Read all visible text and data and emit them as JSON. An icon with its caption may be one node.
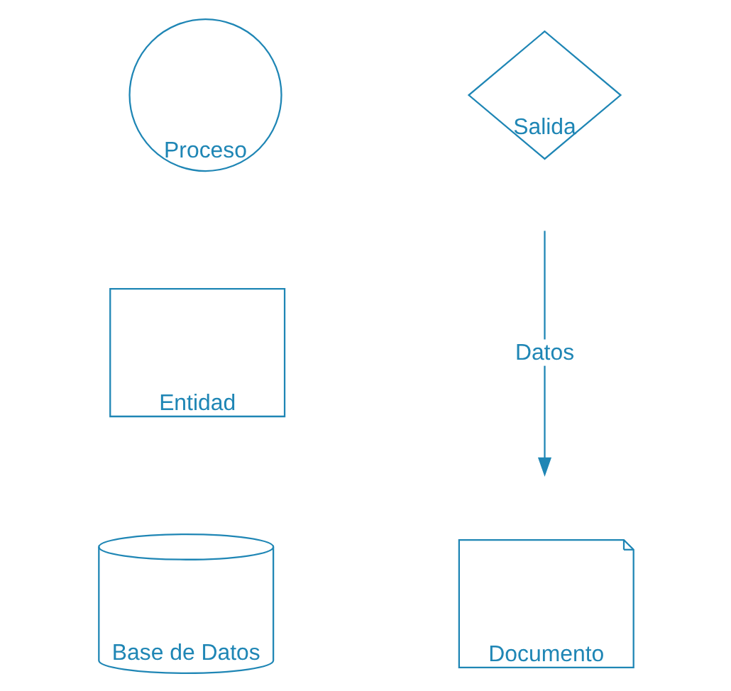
{
  "diagram": {
    "nodes": [
      {
        "text": [
          "Proceso"
        ]
      },
      {
        "text": [
          "Salida"
        ]
      },
      {
        "text": [
          "Datos"
        ]
      },
      {
        "text": [
          "Entidad"
        ]
      },
      {
        "text": [
          "Base de Datos"
        ]
      },
      {
        "text": [
          "Documento"
        ]
      }
    ],
    "edges": [
      {
        "from": null,
        "to": 2,
        "arrow": "none"
      },
      {
        "from": 2,
        "to": null,
        "arrow": "to"
      }
    ]
  }
}
